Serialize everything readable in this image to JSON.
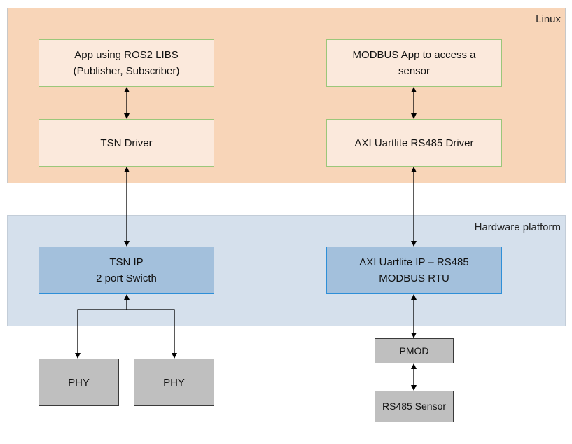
{
  "regions": {
    "linux": "Linux",
    "hardware": "Hardware platform"
  },
  "boxes": {
    "ros2_app": {
      "line1": "App using ROS2 LIBS",
      "line2": "(Publisher, Subscriber)"
    },
    "modbus_app": {
      "line1": "MODBUS App to access a",
      "line2": "sensor"
    },
    "tsn_driver": {
      "line1": "TSN Driver"
    },
    "uart_driver": {
      "line1": "AXI Uartlite RS485 Driver"
    },
    "tsn_ip": {
      "line1": "TSN IP",
      "line2": "2 port Swicth"
    },
    "uart_ip": {
      "line1": "AXI Uartlite IP – RS485",
      "line2": "MODBUS RTU"
    },
    "phy1": {
      "line1": "PHY"
    },
    "phy2": {
      "line1": "PHY"
    },
    "pmod": {
      "line1": "PMOD"
    },
    "sensor": {
      "line1": "RS485 Sensor"
    }
  },
  "colors": {
    "linux_bg": "#f8d5b8",
    "hardware_bg": "#d5e0ec",
    "software_box": "#fbe9dc",
    "software_border": "#9bc77a",
    "ip_box": "#a3c0dc",
    "ip_border": "#2e8fd8",
    "external_box": "#bfbfbf"
  }
}
